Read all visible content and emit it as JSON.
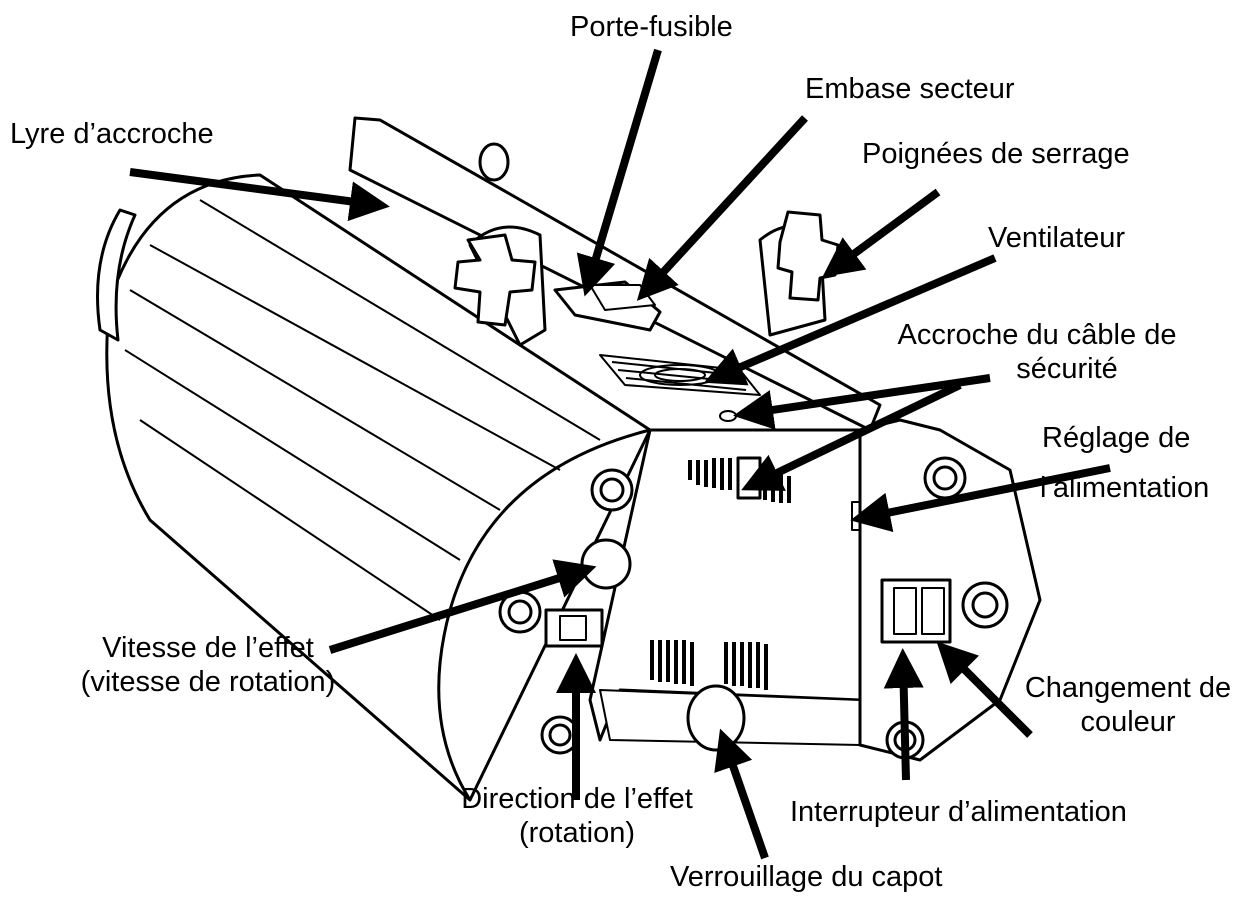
{
  "labels": {
    "porte_fusible": "Porte-fusible",
    "embase_secteur": "Embase secteur",
    "lyre_accroche": "Lyre d’accroche",
    "poignees_serrage": "Poignées de serrage",
    "ventilateur": "Ventilateur",
    "accroche_cable_1": "Accroche du câble de",
    "accroche_cable_2": "sécurité",
    "reglage_alim_1": "Réglage de",
    "reglage_alim_2": "l’alimentation",
    "vitesse_effet_1": "Vitesse de l’effet",
    "vitesse_effet_2": "(vitesse de rotation)",
    "changement_couleur_1": "Changement de",
    "changement_couleur_2": "couleur",
    "direction_effet_1": "Direction de l’effet",
    "direction_effet_2": "(rotation)",
    "interrupteur_alim": "Interrupteur d’alimentation",
    "verrouillage_capot": "Verrouillage du capot"
  },
  "colors": {
    "ink": "#000000",
    "paper": "#ffffff"
  }
}
